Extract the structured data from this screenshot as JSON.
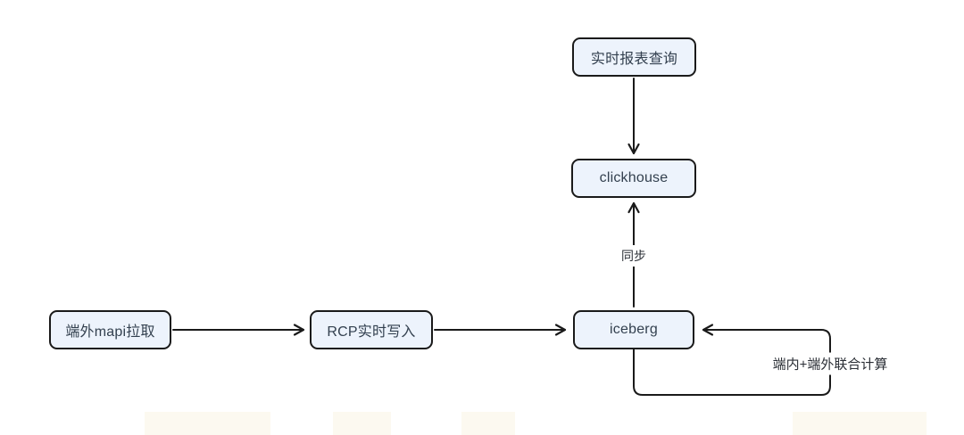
{
  "diagram": {
    "nodes": [
      {
        "id": "realtime-report-query",
        "label": "实时报表查询"
      },
      {
        "id": "clickhouse",
        "label": "clickhouse"
      },
      {
        "id": "mapi-pull",
        "label": "端外mapi拉取"
      },
      {
        "id": "rcp-write",
        "label": "RCP实时写入"
      },
      {
        "id": "iceberg",
        "label": "iceberg"
      }
    ],
    "edges": [
      {
        "id": "query-to-clickhouse",
        "from": "realtime-report-query",
        "to": "clickhouse",
        "label": ""
      },
      {
        "id": "iceberg-to-clickhouse",
        "from": "iceberg",
        "to": "clickhouse",
        "label": "同步"
      },
      {
        "id": "mapi-to-rcp",
        "from": "mapi-pull",
        "to": "rcp-write",
        "label": ""
      },
      {
        "id": "rcp-to-iceberg",
        "from": "rcp-write",
        "to": "iceberg",
        "label": ""
      },
      {
        "id": "iceberg-self-loop",
        "from": "iceberg",
        "to": "iceberg",
        "label": "端内+端外联合计算"
      }
    ],
    "edge_labels": {
      "sync": "同步",
      "joint_compute": "端内+端外联合计算"
    },
    "colors": {
      "background": "#ffffff",
      "node_fill": "#edf3fc",
      "node_border": "#1a1a1a",
      "node_text": "#33404f",
      "edge_stroke": "#1a1a1a"
    }
  }
}
